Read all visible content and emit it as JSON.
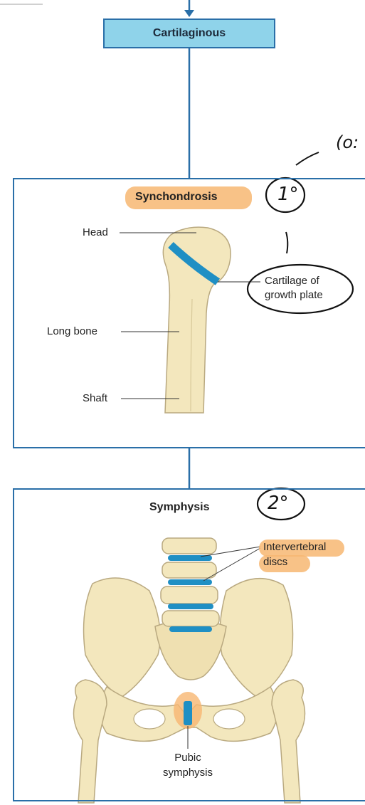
{
  "header": {
    "title": "Cartilaginous"
  },
  "synchondrosis": {
    "title": "Synchondrosis",
    "badge": "1°",
    "labels": {
      "head": "Head",
      "long_bone": "Long bone",
      "shaft": "Shaft",
      "cartilage_line1": "Cartilage of",
      "cartilage_line2": "growth plate"
    }
  },
  "symphysis": {
    "title": "Symphysis",
    "badge": "2°",
    "labels": {
      "intervertebral_line1": "Intervertebral",
      "intervertebral_line2": "discs",
      "pubic_line1": "Pubic",
      "pubic_line2": "symphysis"
    }
  },
  "margin_note": "(o:",
  "colors": {
    "accent_blue": "#2a6fa8",
    "cartilage_blue": "#1f8fc4",
    "box_fill": "#8fd3ea",
    "highlight": "#f7b772",
    "bone": "#f3e7bd"
  }
}
